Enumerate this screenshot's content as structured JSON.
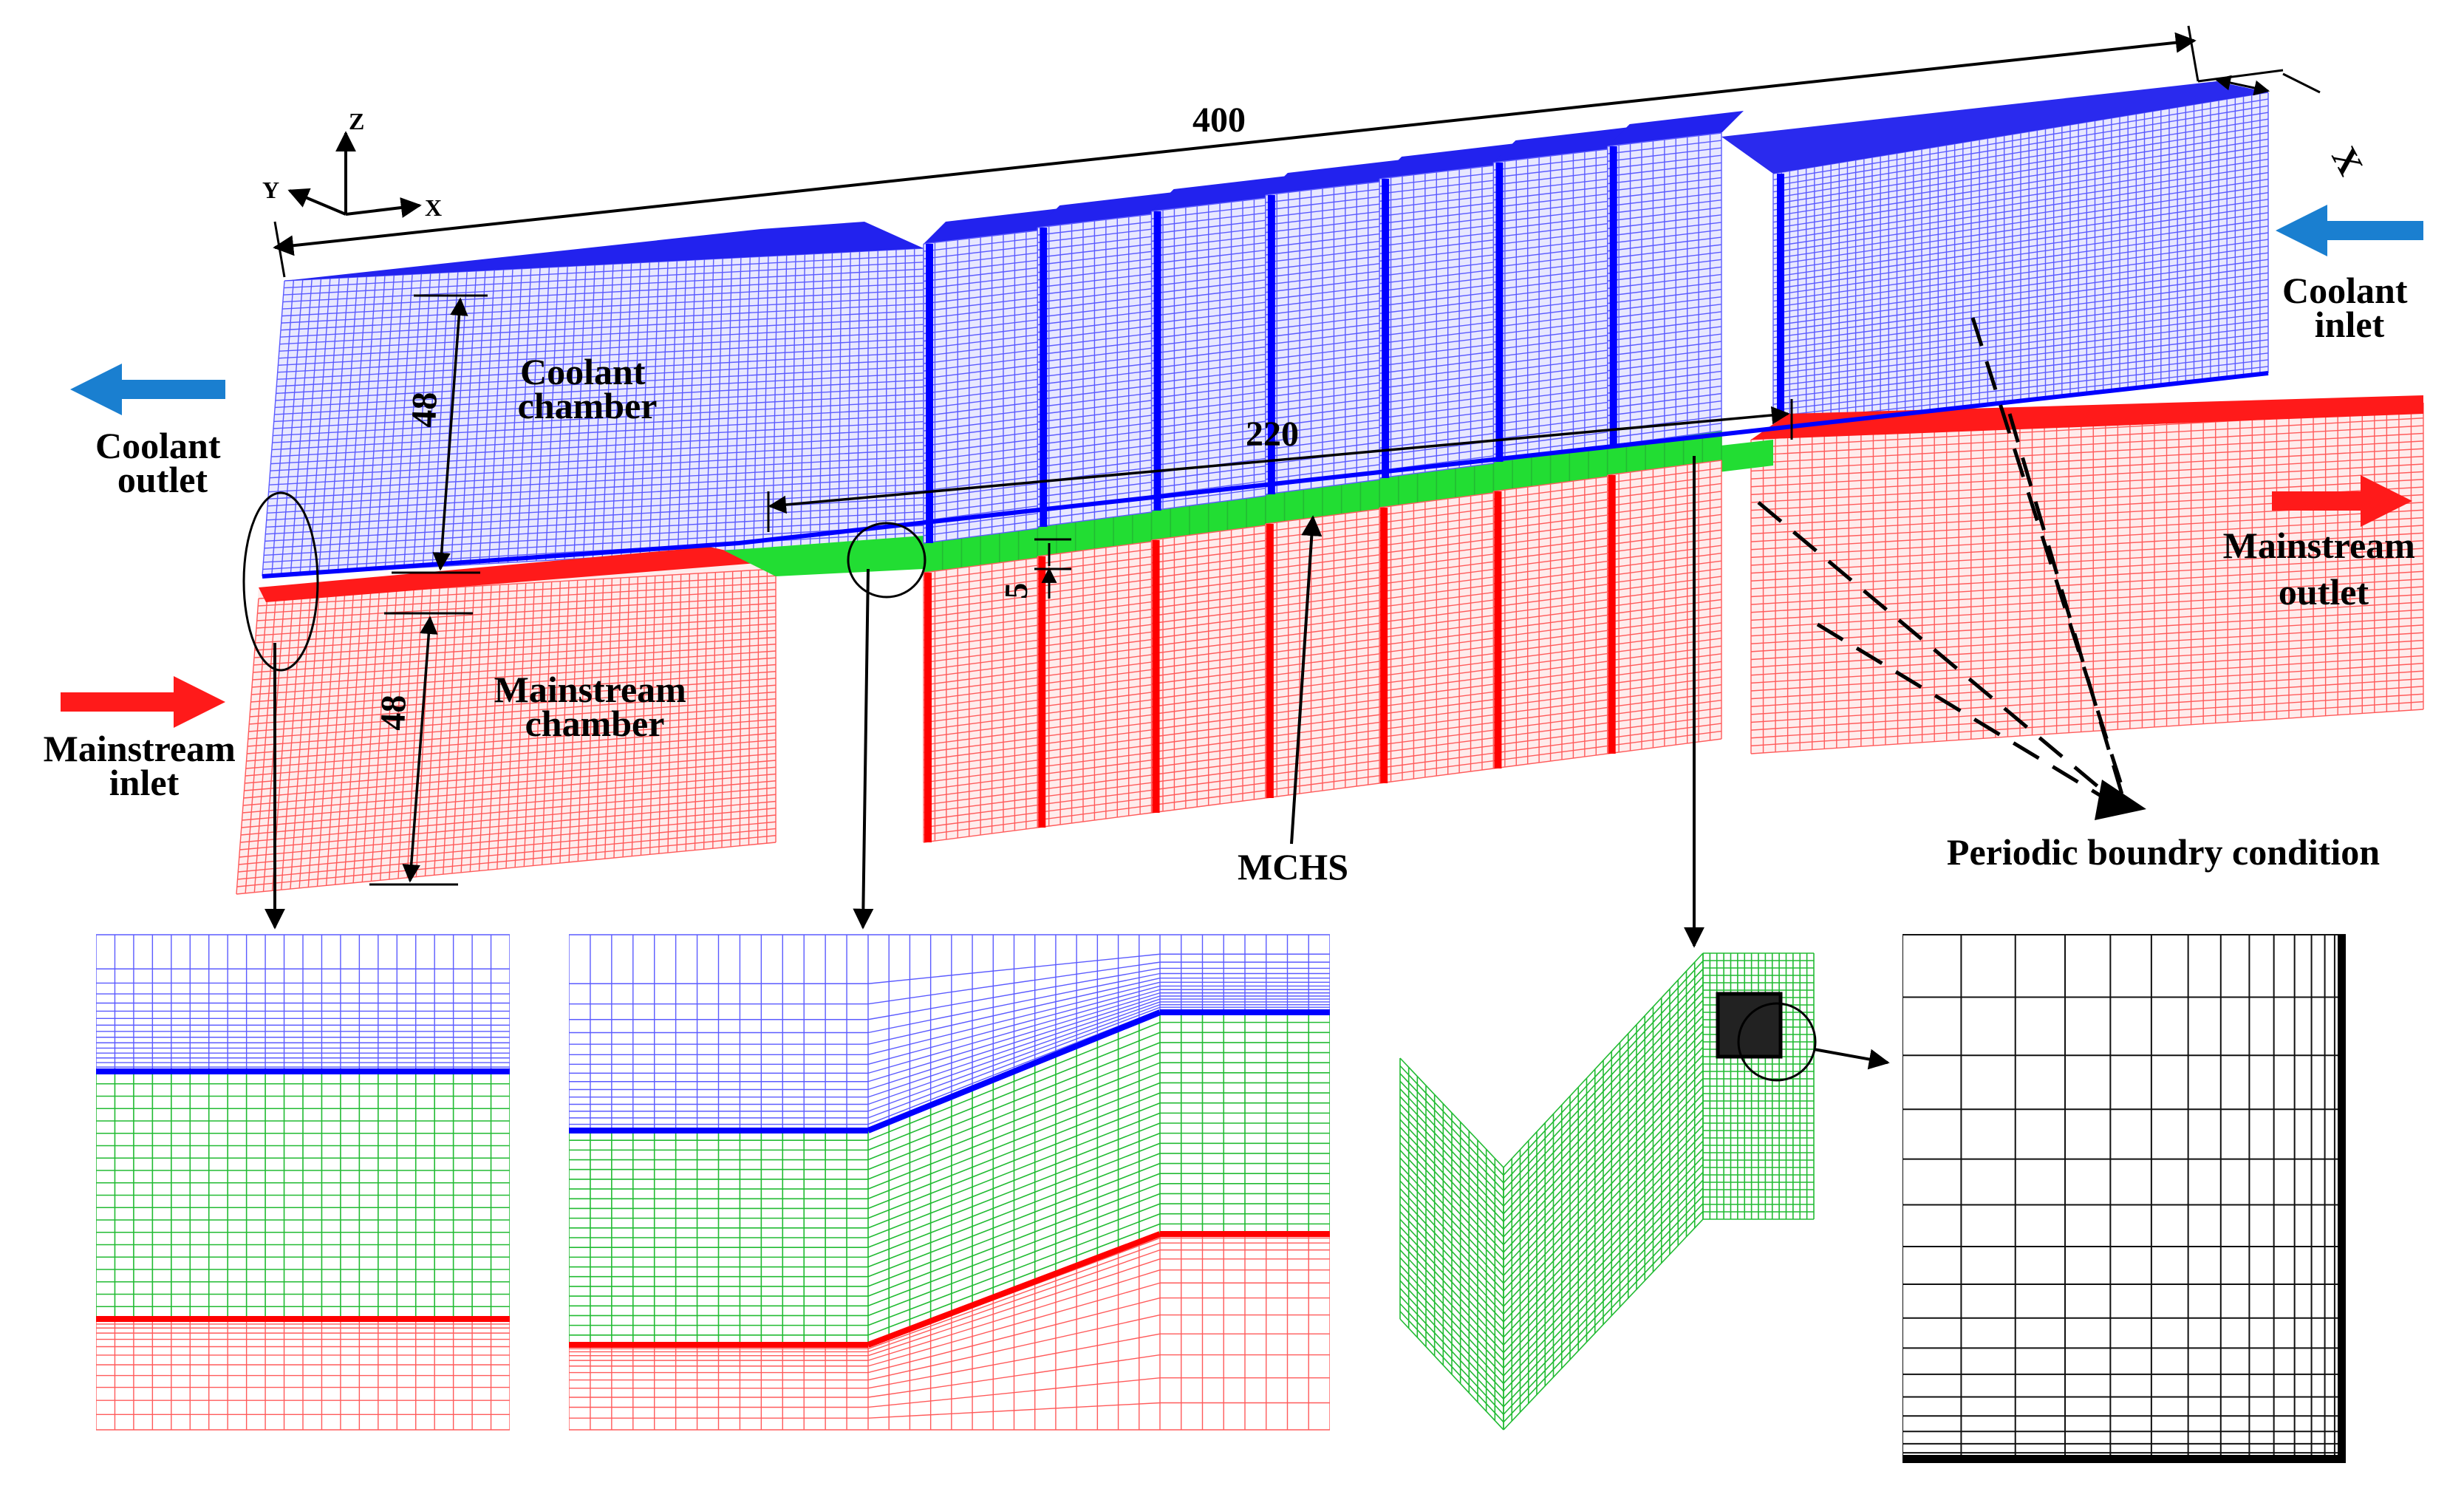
{
  "labels": {
    "dim_length": "400",
    "dim_interface": "220",
    "dim_height_top": "48",
    "dim_height_bottom": "48",
    "dim_plate": "5",
    "dim_x": "X",
    "coolant_chamber": [
      "Coolant",
      "chamber"
    ],
    "mainstream_chamber": [
      "Mainstream",
      "chamber"
    ],
    "coolant_outlet": [
      "Coolant",
      "outlet"
    ],
    "coolant_inlet": [
      "Coolant",
      "inlet"
    ],
    "mainstream_inlet": [
      "Mainstream",
      "inlet"
    ],
    "mainstream_outlet": [
      "Mainstream",
      "outlet"
    ],
    "mchs": "MCHS",
    "periodic": "Periodic boundry condition"
  },
  "axes": {
    "z": "Z",
    "y": "Y",
    "x": "X"
  },
  "colors": {
    "coolant": "#0000ff",
    "coolant_mesh": "#5b5bff",
    "mainstream": "#ff0000",
    "mainstream_mesh": "#ff5b5b",
    "solid": "#22dd33",
    "arrow_coolant": "#1a7fd0",
    "arrow_main": "#ff1a1a"
  }
}
